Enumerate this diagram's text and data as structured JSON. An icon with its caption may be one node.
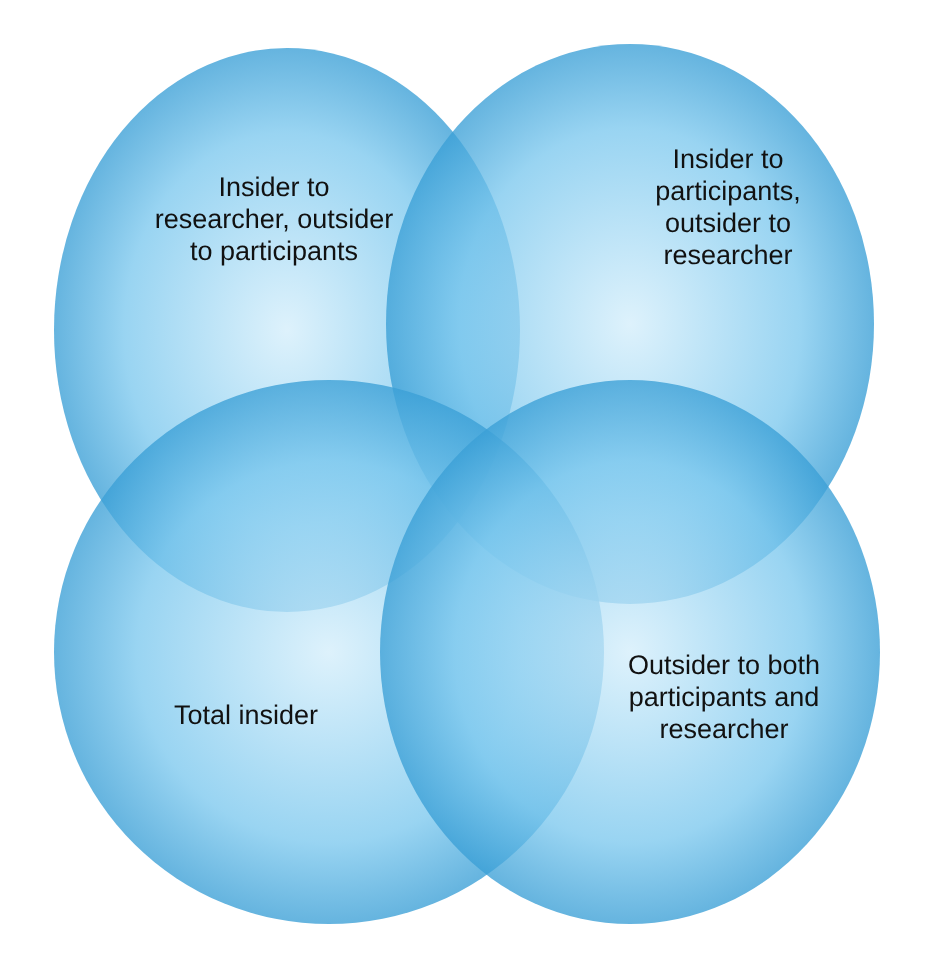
{
  "diagram": {
    "nodes": [
      {
        "text": [
          "Insider to researcher, outsider to participants"
        ]
      },
      {
        "text": [
          "Insider to participants, outsider to researcher"
        ]
      },
      {
        "text": [
          "Total insider"
        ]
      },
      {
        "text": [
          "Outsider to both participants and researcher"
        ]
      }
    ]
  }
}
